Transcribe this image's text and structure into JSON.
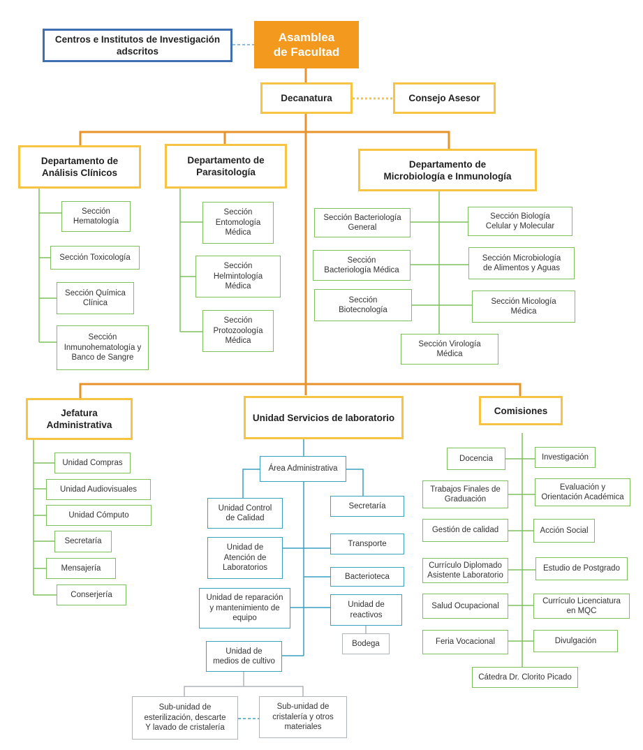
{
  "asamblea": "Asamblea\nde Facultad",
  "centros": "Centros e Institutos de Investigación\nadscritos",
  "decanatura": "Decanatura",
  "consejo": "Consejo Asesor",
  "dep_analisis": {
    "title": "Departamento de\nAnálisis Clínicos",
    "items": [
      "Sección\nHematología",
      "Sección Toxicología",
      "Sección Química\nClínica",
      "Sección\nInmunohematología y\nBanco de Sangre"
    ]
  },
  "dep_parasitologia": {
    "title": "Departamento de\nParasitología",
    "items": [
      "Sección\nEntomología\nMédica",
      "Sección\nHelmintología\nMédica",
      "Sección\nProtozoología\nMédica"
    ]
  },
  "dep_micro": {
    "title": "Departamento de\nMicrobiología e Inmunología",
    "left": [
      "Sección Bacteriología\nGeneral",
      "Sección\nBacteriología Médica",
      "Sección\nBiotecnología"
    ],
    "right": [
      "Sección Biología\nCelular y Molecular",
      "Sección Microbiología\nde Alimentos y Aguas",
      "Sección Micología\nMédica"
    ],
    "bottom": "Sección Virología\nMédica"
  },
  "jefatura": {
    "title": "Jefatura\nAdministrativa",
    "items": [
      "Unidad Compras",
      "Unidad Audiovisuales",
      "Unidad Cómputo",
      "Secretaría",
      "Mensajería",
      "Conserjería"
    ]
  },
  "servicios": {
    "title": "Unidad Servicios de laboratorio",
    "area": "Área Administrativa",
    "left": [
      "Unidad Control\nde Calidad",
      "Unidad de\nAtención de\nLaboratorios",
      "Unidad de reparación\ny mantenimiento de\nequipo",
      "Unidad de\nmedios de cultivo"
    ],
    "right": [
      "Secretaría",
      "Transporte",
      "Bacterioteca",
      "Unidad de\nreactivos"
    ],
    "bodega": "Bodega",
    "sub1": "Sub-unidad de\nesterilización, descarte\nY lavado de cristalería",
    "sub2": "Sub-unidad de\ncristalería y otros\nmateriales"
  },
  "comisiones": {
    "title": "Comisiones",
    "left": [
      "Docencia",
      "Trabajos Finales de\nGraduación",
      "Gestión de calidad",
      "Currículo Diplomado\nAsistente Laboratorio",
      "Salud Ocupacional",
      "Feria Vocacional"
    ],
    "right": [
      "Investigación",
      "Evaluación y\nOrientación Académica",
      "Acción Social",
      "Estudio de Postgrado",
      "Currículo Licenciatura\nen MQC",
      "Divulgación"
    ],
    "bottom": "Cátedra Dr. Clorito Picado"
  },
  "colors": {
    "orange": "#f39a1e",
    "gold": "#f6c342",
    "green": "#7dbf5b",
    "teal": "#3a9fbf",
    "blue": "#3f6fb0",
    "gray": "#aeb4b8"
  }
}
